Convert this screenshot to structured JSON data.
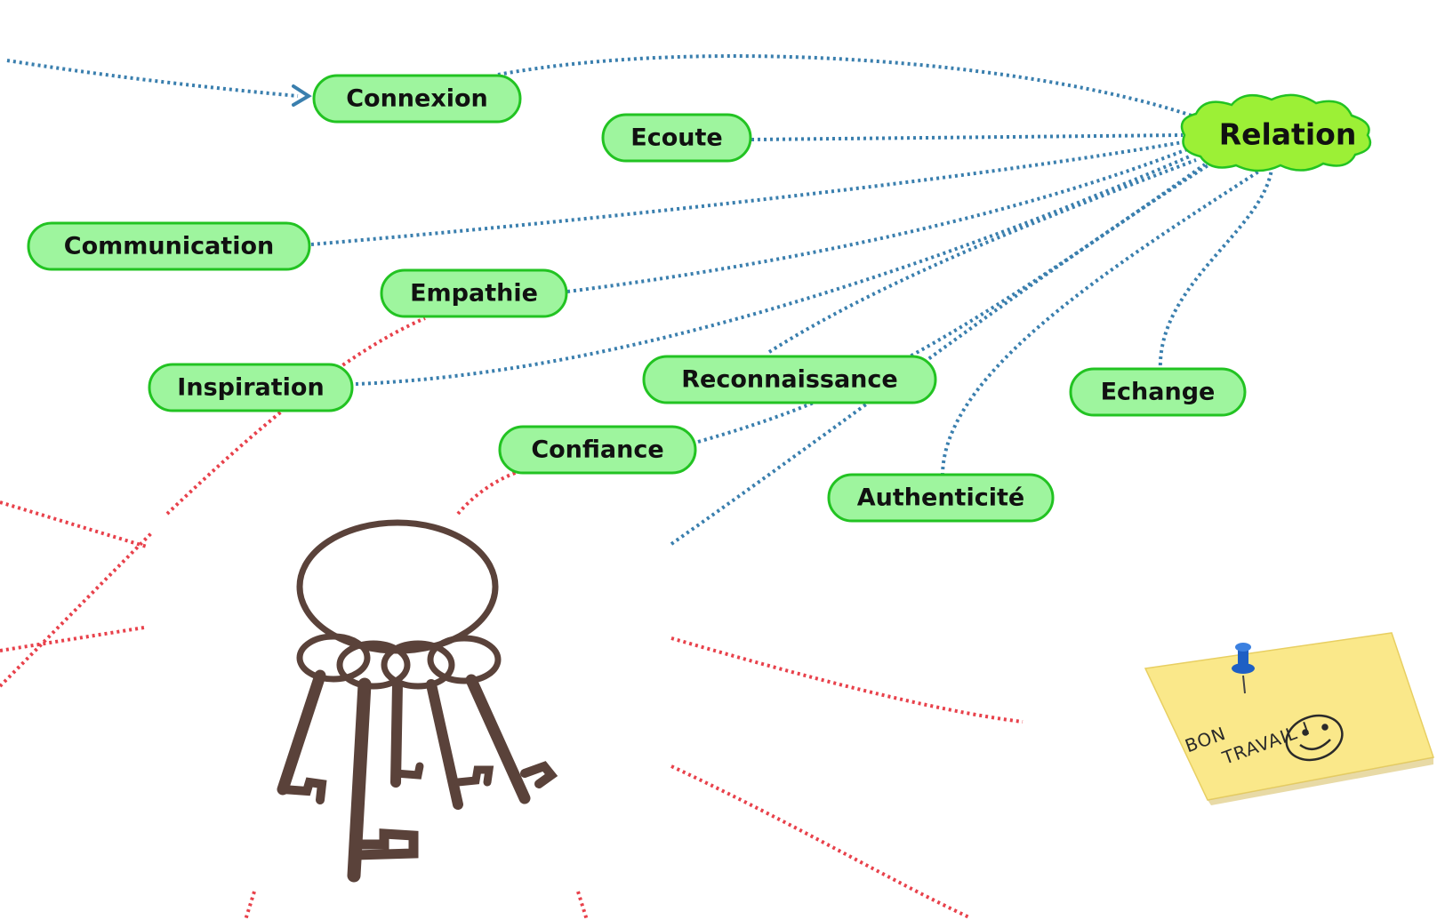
{
  "diagram": {
    "root": {
      "id": "relation",
      "label": "Relation"
    },
    "nodes": [
      {
        "id": "connexion",
        "label": "Connexion"
      },
      {
        "id": "ecoute",
        "label": "Ecoute"
      },
      {
        "id": "communication",
        "label": "Communication"
      },
      {
        "id": "empathie",
        "label": "Empathie"
      },
      {
        "id": "inspiration",
        "label": "Inspiration"
      },
      {
        "id": "reconnaissance",
        "label": "Reconnaissance"
      },
      {
        "id": "confiance",
        "label": "Confiance"
      },
      {
        "id": "authenticite",
        "label": "Authenticité"
      },
      {
        "id": "echange",
        "label": "Echange"
      }
    ],
    "colors": {
      "node_fill": "#9ef59e",
      "node_border": "#22c322",
      "root_fill": "#9cf036",
      "blue_link": "#3a7fae",
      "red_link": "#e8414b",
      "keys": "#5a423a",
      "note": "#fae88a",
      "pin": "#1e5fc4"
    }
  },
  "sticky_note": {
    "line1": "BON",
    "line2": "TRAVAIL !",
    "icon": "smiley-icon"
  },
  "image": {
    "icon": "key-ring-icon"
  }
}
